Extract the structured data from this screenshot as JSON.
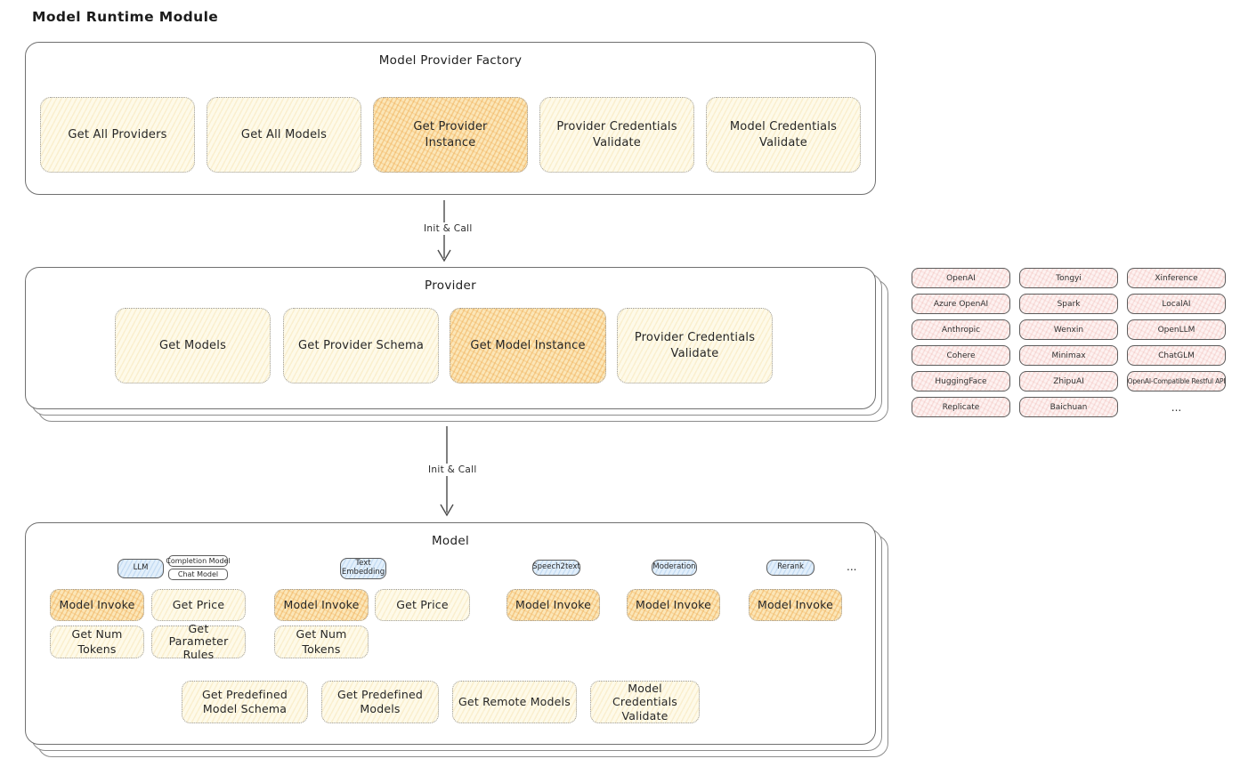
{
  "title": "Model Runtime Module",
  "flow": {
    "init_call_1": "Init & Call",
    "init_call_2": "Init & Call"
  },
  "factory": {
    "title": "Model Provider Factory",
    "boxes": [
      {
        "label": "Get All Providers",
        "highlight": false
      },
      {
        "label": "Get All Models",
        "highlight": false
      },
      {
        "label": "Get Provider Instance",
        "highlight": true
      },
      {
        "label": "Provider Credentials Validate",
        "highlight": false
      },
      {
        "label": "Model Credentials Validate",
        "highlight": false
      }
    ]
  },
  "provider": {
    "title": "Provider",
    "boxes": [
      {
        "label": "Get Models",
        "highlight": false
      },
      {
        "label": "Get Provider Schema",
        "highlight": false
      },
      {
        "label": "Get Model Instance",
        "highlight": true
      },
      {
        "label": "Provider Credentials Validate",
        "highlight": false
      }
    ]
  },
  "provider_list": {
    "rows": [
      [
        "OpenAI",
        "Tongyi",
        "Xinference"
      ],
      [
        "Azure OpenAI",
        "Spark",
        "LocalAI"
      ],
      [
        "Anthropic",
        "Wenxin",
        "OpenLLM"
      ],
      [
        "Cohere",
        "Minimax",
        "ChatGLM"
      ],
      [
        "HuggingFace",
        "ZhipuAI",
        "OpenAI-Compatible Restful API"
      ],
      [
        "Replicate",
        "Baichuan",
        "..."
      ]
    ]
  },
  "model": {
    "title": "Model",
    "tabs": {
      "llm": "LLM",
      "completion_model": "Completion Model",
      "chat_model": "Chat Model",
      "text_embedding": "Text Embedding",
      "speech2text": "Speech2text",
      "moderation": "Moderation",
      "rerank": "Rerank",
      "more": "..."
    },
    "ops": {
      "llm_invoke": "Model Invoke",
      "llm_price": "Get Price",
      "llm_tokens": "Get Num Tokens",
      "llm_rules": "Get Parameter Rules",
      "embedding_invoke": "Model Invoke",
      "embedding_price": "Get Price",
      "embedding_tokens": "Get Num Tokens",
      "speech_invoke": "Model Invoke",
      "moderation_invoke": "Model Invoke",
      "rerank_invoke": "Model Invoke"
    },
    "common_ops": [
      "Get Predefined Model Schema",
      "Get Predefined Models",
      "Get Remote Models",
      "Model Credentials Validate"
    ]
  },
  "colors": {
    "yellow_fill": "#fefae9",
    "orange_highlight_fill": "#fbe6b8",
    "pink_provider_fill": "#fdf2f1",
    "blue_tab_fill": "#e2effb",
    "outline": "#707070"
  }
}
